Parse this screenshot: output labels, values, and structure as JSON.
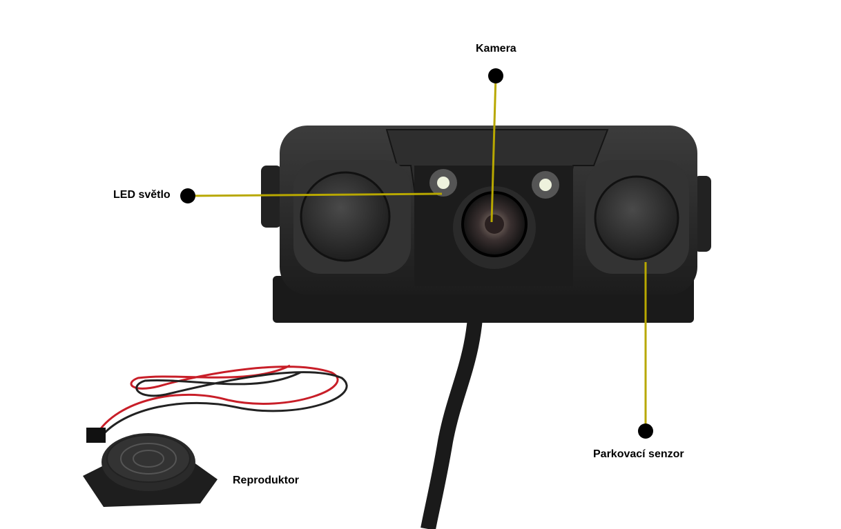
{
  "labels": {
    "camera": "Kamera",
    "led": "LED světlo",
    "sensor": "Parkovací senzor",
    "speaker": "Reproduktor"
  },
  "colors": {
    "callout_line": "#b8a800",
    "callout_dot": "#000000",
    "body": "#2b2b2b"
  }
}
